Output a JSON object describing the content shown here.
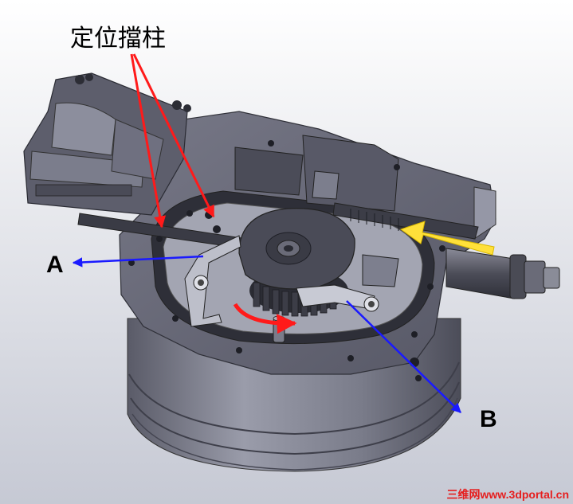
{
  "annotations": {
    "stopper_label": "定位擋柱",
    "label_a": "A",
    "label_b": "B"
  },
  "watermark": "三维网www.3dportal.cn",
  "colors": {
    "background_top": "#ffffff",
    "background_bottom": "#c9ccd6",
    "metal_dark": "#4a4a56",
    "metal_mid": "#6d6e7c",
    "metal_light": "#8e90a0",
    "annotation_red": "#ff1a1a",
    "annotation_blue": "#1a1aff",
    "annotation_yellow": "#ffe03a",
    "watermark_red": "#e61e1e"
  }
}
